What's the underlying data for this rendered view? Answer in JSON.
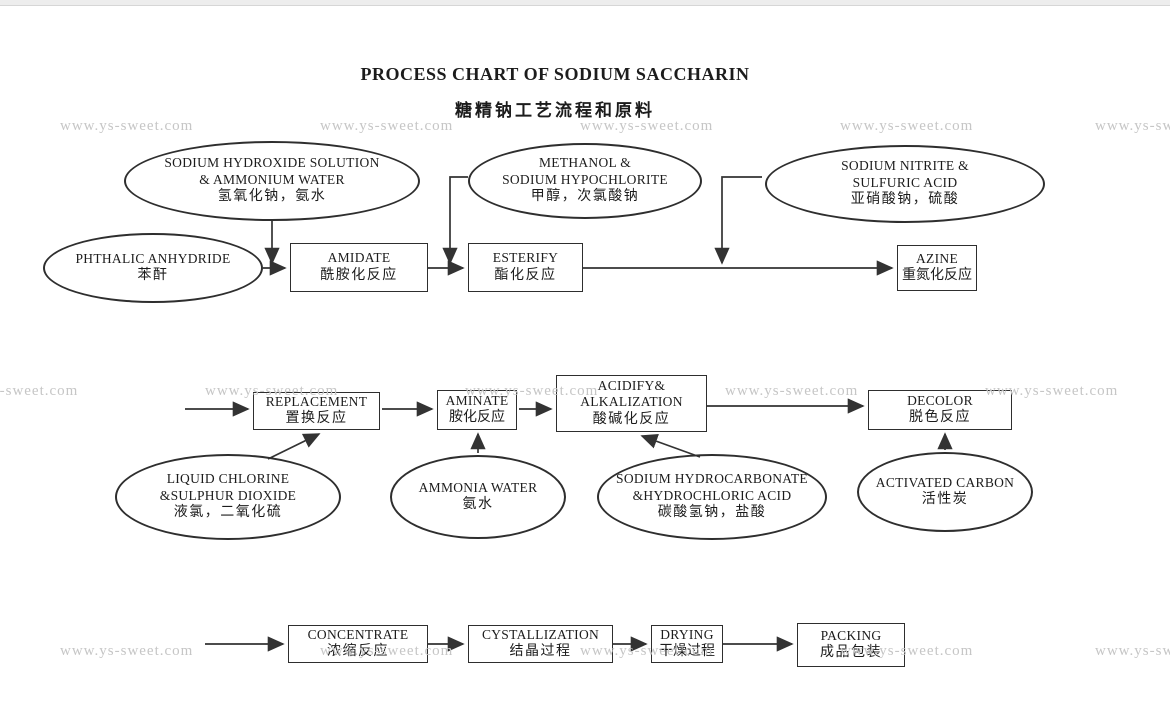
{
  "title": {
    "en": "PROCESS CHART OF SODIUM SACCHARIN",
    "zh": "糖精钠工艺流程和原料"
  },
  "watermark": {
    "text": "www.ys-sweet.com"
  },
  "colors": {
    "line": "#333333",
    "text": "#1c1c1c",
    "watermark": "#c6c6c6",
    "background": "#ffffff"
  },
  "nodes": {
    "sodium_hydroxide": {
      "type": "material-ellipse",
      "en1": "SODIUM HYDROXIDE SOLUTION",
      "en2": "& AMMONIUM WATER",
      "zh": "氢氧化钠，氨水"
    },
    "methanol": {
      "type": "material-ellipse",
      "en1": "METHANOL &",
      "en2": "SODIUM HYPOCHLORITE",
      "zh": "甲醇，次氯酸钠"
    },
    "sodium_nitrite": {
      "type": "material-ellipse",
      "en1": "SODIUM NITRITE &",
      "en2": "SULFURIC ACID",
      "zh": "亚硝酸钠，硫酸"
    },
    "phthalic": {
      "type": "material-ellipse",
      "en1": "PHTHALIC ANHYDRIDE",
      "zh": "苯酐"
    },
    "amidate": {
      "type": "process-box",
      "en1": "AMIDATE",
      "zh": "酰胺化反应"
    },
    "esterify": {
      "type": "process-box",
      "en1": "ESTERIFY",
      "zh": "酯化反应"
    },
    "azine": {
      "type": "process-box",
      "en1": "AZINE",
      "zh": "重氮化反应"
    },
    "replacement": {
      "type": "process-box",
      "en1": "REPLACEMENT",
      "zh": "置换反应"
    },
    "aminate": {
      "type": "process-box",
      "en1": "AMINATE",
      "zh": "胺化反应"
    },
    "acidify": {
      "type": "process-box",
      "en1": "ACIDIFY&",
      "en2": "ALKALIZATION",
      "zh": "酸碱化反应"
    },
    "decolor": {
      "type": "process-box",
      "en1": "DECOLOR",
      "zh": "脱色反应"
    },
    "liquid_chlorine": {
      "type": "material-ellipse",
      "en1": "LIQUID CHLORINE",
      "en2": "&SULPHUR DIOXIDE",
      "zh": "液氯，二氧化硫"
    },
    "ammonia_water": {
      "type": "material-ellipse",
      "en1": "AMMONIA WATER",
      "zh": "氨水"
    },
    "sodium_hydrocarbonate": {
      "type": "material-ellipse",
      "en1": "SODIUM HYDROCARBONATE",
      "en2": "&HYDROCHLORIC ACID",
      "zh": "碳酸氢钠，盐酸"
    },
    "activated_carbon": {
      "type": "material-ellipse",
      "en1": "ACTIVATED CARBON",
      "zh": "活性炭"
    },
    "concentrate": {
      "type": "process-box",
      "en1": "CONCENTRATE",
      "zh": "浓缩反应"
    },
    "cystallization": {
      "type": "process-box",
      "en1": "CYSTALLIZATION",
      "zh": "结晶过程"
    },
    "drying": {
      "type": "process-box",
      "en1": "DRYING",
      "zh": "干燥过程"
    },
    "packing": {
      "type": "process-box",
      "en1": "PACKING",
      "zh": "成品包装"
    }
  },
  "edges": [
    [
      "phthalic",
      "amidate"
    ],
    [
      "sodium_hydroxide",
      "amidate"
    ],
    [
      "amidate",
      "esterify"
    ],
    [
      "methanol",
      "esterify"
    ],
    [
      "esterify",
      "azine"
    ],
    [
      "sodium_nitrite",
      "azine"
    ],
    [
      "replacement",
      "aminate"
    ],
    [
      "aminate",
      "acidify"
    ],
    [
      "acidify",
      "decolor"
    ],
    [
      "liquid_chlorine",
      "replacement"
    ],
    [
      "ammonia_water",
      "aminate"
    ],
    [
      "sodium_hydrocarbonate",
      "acidify"
    ],
    [
      "activated_carbon",
      "decolor"
    ],
    [
      "concentrate",
      "cystallization"
    ],
    [
      "cystallization",
      "drying"
    ],
    [
      "drying",
      "packing"
    ]
  ]
}
